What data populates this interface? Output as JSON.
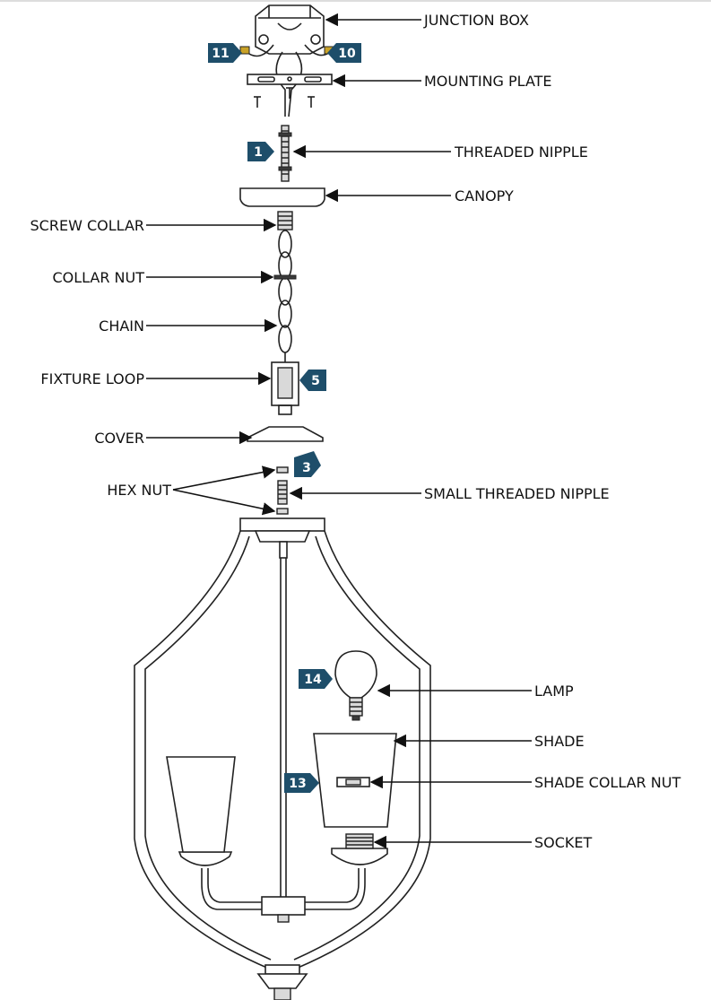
{
  "colors": {
    "badge": "#1e4e6a",
    "line": "#222222",
    "text": "#111111"
  },
  "labels": {
    "junction_box": "JUNCTION BOX",
    "mounting_plate": "MOUNTING PLATE",
    "threaded_nipple": "THREADED NIPPLE",
    "canopy": "CANOPY",
    "screw_collar": "SCREW COLLAR",
    "collar_nut": "COLLAR NUT",
    "chain": "CHAIN",
    "fixture_loop": "FIXTURE LOOP",
    "cover": "COVER",
    "hex_nut": "HEX NUT",
    "small_threaded_nipple": "SMALL THREADED NIPPLE",
    "lamp": "LAMP",
    "shade": "SHADE",
    "shade_collar_nut": "SHADE COLLAR NUT",
    "socket": "SOCKET"
  },
  "steps": {
    "s11": "11",
    "s10": "10",
    "s1": "1",
    "s5": "5",
    "s3": "3",
    "s14": "14",
    "s13": "13"
  }
}
